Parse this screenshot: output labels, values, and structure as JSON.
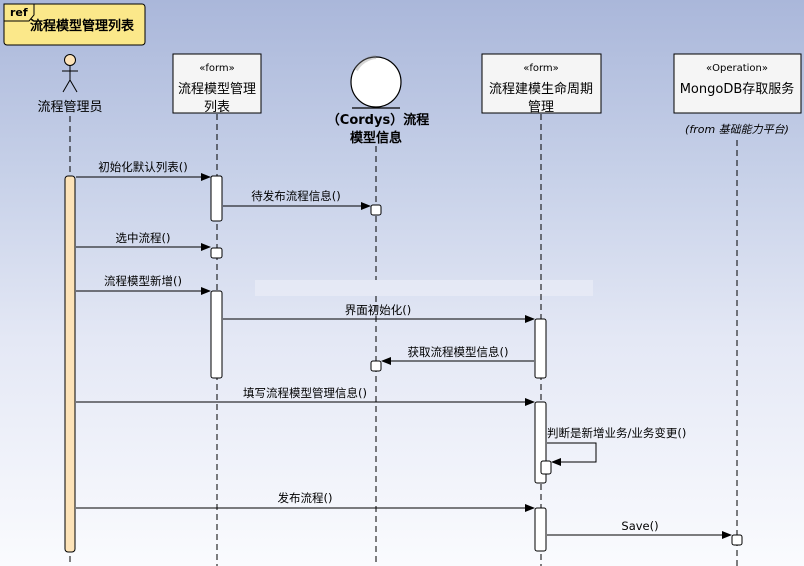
{
  "frame": {
    "tag": "ref",
    "title": "流程模型管理列表"
  },
  "colors": {
    "actor_activation": "#fde3b8",
    "activation": "#ffffff",
    "frame_fill": "#fbe88a",
    "lifeline_box": "#f5f5f5"
  },
  "lifelines": {
    "actor": {
      "label": "流程管理员"
    },
    "form_list": {
      "stereotype": "«form»",
      "label_line1": "流程模型管理",
      "label_line2": "列表"
    },
    "entity": {
      "label_line1": "（Cordys）流程",
      "label_line2": "模型信息"
    },
    "form_lifecycle": {
      "stereotype": "«form»",
      "label_line1": "流程建模生命周期",
      "label_line2": "管理"
    },
    "operation": {
      "stereotype": "«Operation»",
      "label": "MongoDB存取服务",
      "from_note": "(from 基础能力平台)"
    }
  },
  "messages": [
    {
      "id": "m1",
      "label": "初始化默认列表()"
    },
    {
      "id": "m2",
      "label": "待发布流程信息()"
    },
    {
      "id": "m3",
      "label": "选中流程()"
    },
    {
      "id": "m4",
      "label": "流程模型新增()"
    },
    {
      "id": "m5",
      "label": "界面初始化()"
    },
    {
      "id": "m6",
      "label": "获取流程模型信息()"
    },
    {
      "id": "m7",
      "label": "填写流程模型管理信息()"
    },
    {
      "id": "m8",
      "label": "判断是新增业务/业务变更()"
    },
    {
      "id": "m9",
      "label": "发布流程()"
    },
    {
      "id": "m10",
      "label": "Save()"
    }
  ]
}
